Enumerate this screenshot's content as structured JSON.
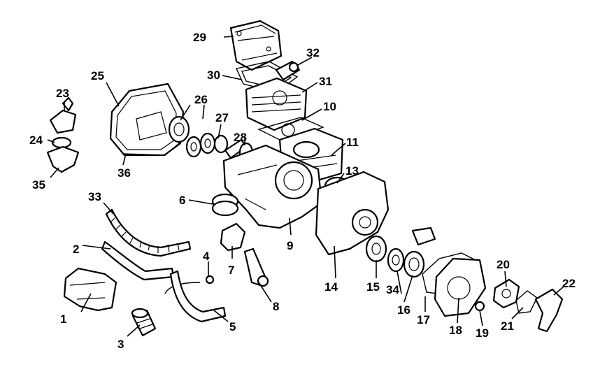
{
  "diagram": {
    "labels": [
      "1",
      "2",
      "3",
      "4",
      "5",
      "6",
      "7",
      "8",
      "9",
      "10",
      "11",
      "13",
      "14",
      "15",
      "16",
      "17",
      "18",
      "19",
      "20",
      "21",
      "22",
      "23",
      "24",
      "25",
      "26",
      "27",
      "28",
      "29",
      "30",
      "31",
      "32",
      "33",
      "34",
      "35",
      "36"
    ]
  }
}
